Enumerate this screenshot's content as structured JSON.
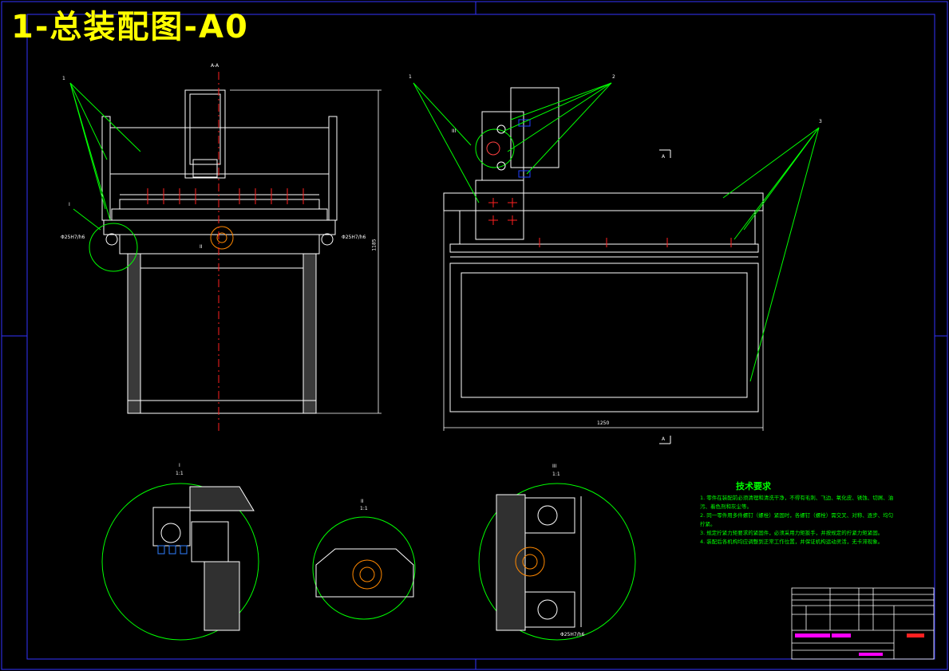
{
  "title": "1-总装配图-A0",
  "tech_requirements": {
    "title": "技术要求",
    "lines": [
      "1. 零件在装配前必须清理和清洗干净，不得有毛刺、飞边、氧化皮、锈蚀、切屑、油",
      "污、着色剂和灰尘等。",
      "2. 同一零件用多件螺钉（螺栓）紧固时，各螺钉（螺栓）需交叉、对称、逐步、均匀",
      "拧紧。",
      "3. 规定拧紧力矩要求的紧固件，必须采用力矩扳手，并按规定的拧紧力矩紧固。",
      "4. 装配后各机构均应调整到正常工作位置，并保证机构运动灵活，无卡滞现象。"
    ]
  },
  "views": {
    "front_label": "A-A",
    "side_label_top": "A",
    "side_label_bottom": "A",
    "front_height_dim": "1185",
    "side_width_dim": "1250",
    "fit_left": "Φ25H7/h6",
    "fit_right": "Φ25H7/h6",
    "fit_detail": "Φ25H7/h6",
    "mark_I": "I",
    "mark_II": "II",
    "mark_III": "III"
  },
  "balloons": {
    "front_1": "1",
    "side_1": "1",
    "side_2": "2",
    "side_3": "3"
  },
  "details": {
    "d1_name": "I",
    "d1_scale": "1:1",
    "d2_name": "II",
    "d2_scale": "1:1",
    "d3_name": "III",
    "d3_scale": "1:1"
  },
  "colors": {
    "background": "#000000",
    "title": "#ffff00",
    "outline": "#ffffff",
    "leader": "#00ff00",
    "centerline": "#ff0000",
    "border": "#0000ff"
  }
}
